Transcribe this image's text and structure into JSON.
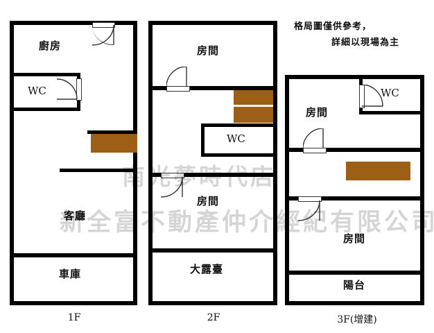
{
  "header": {
    "note_line1": "格局圖僅供參考，",
    "note_line2": "詳細以現場為主"
  },
  "watermarks": {
    "top": "南光夢時代店",
    "bottom": "新全富不動產仲介經紀有限公司"
  },
  "floors": [
    {
      "id": "1F",
      "caption": "1F",
      "rooms": [
        {
          "name": "廚房",
          "key": "kitchen"
        },
        {
          "name": "WC",
          "key": "wc"
        },
        {
          "name": "客廳",
          "key": "living-room"
        },
        {
          "name": "車庫",
          "key": "garage"
        }
      ]
    },
    {
      "id": "2F",
      "caption": "2F",
      "rooms": [
        {
          "name": "房間",
          "key": "bedroom-front"
        },
        {
          "name": "WC",
          "key": "wc"
        },
        {
          "name": "房間",
          "key": "bedroom-rear"
        },
        {
          "name": "大露臺",
          "key": "large-terrace"
        }
      ]
    },
    {
      "id": "3F",
      "caption": "3F(增建)",
      "rooms": [
        {
          "name": "房間",
          "key": "bedroom-front"
        },
        {
          "name": "WC",
          "key": "wc"
        },
        {
          "name": "房間",
          "key": "bedroom-rear"
        },
        {
          "name": "陽台",
          "key": "balcony"
        }
      ]
    }
  ],
  "colors": {
    "wall": "#000000",
    "stair": "#9c5f15",
    "background": "#ffffff",
    "text": "#111111"
  }
}
